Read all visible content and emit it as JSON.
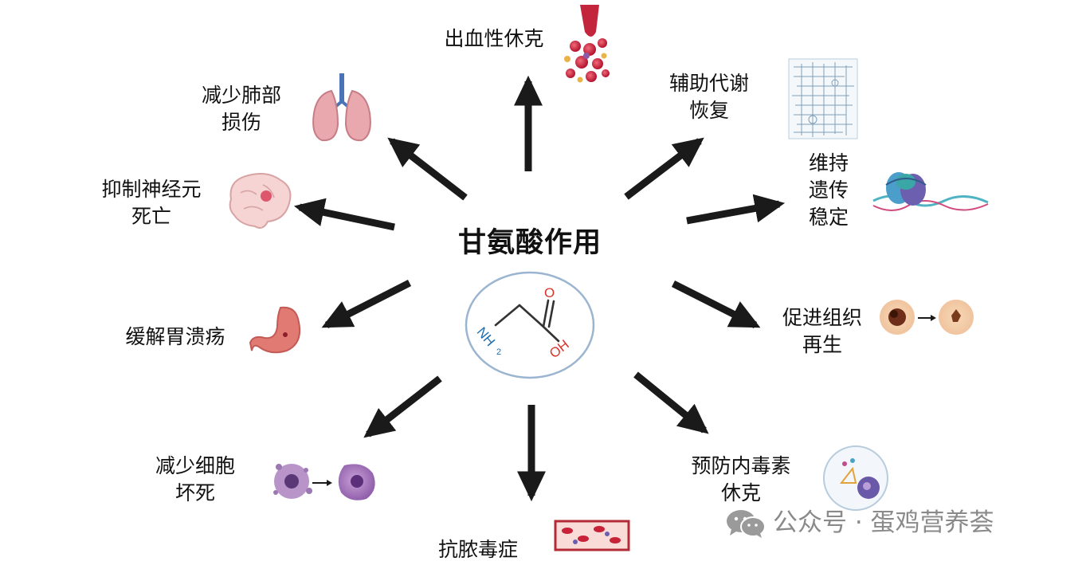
{
  "center": {
    "title": "甘氨酸作用",
    "molecule": {
      "amine_label": "NH",
      "amine_sub": "2",
      "oxygen_label": "O",
      "hydroxyl_label": "OH"
    }
  },
  "effects": [
    {
      "id": "hemorrhagic-shock",
      "lines": [
        "出血性休克"
      ],
      "icon": "blood-cells-icon"
    },
    {
      "id": "metabolic-recovery",
      "lines": [
        "辅助代谢",
        "恢复"
      ],
      "icon": "metabolic-map-icon"
    },
    {
      "id": "genetic-stability",
      "lines": [
        "维持",
        "遗传",
        "稳定"
      ],
      "icon": "dna-nucleosome-icon"
    },
    {
      "id": "tissue-regeneration",
      "lines": [
        "促进组织",
        "再生"
      ],
      "icon": "cell-regeneration-icon"
    },
    {
      "id": "endotoxic-shock",
      "lines": [
        "预防内毒素",
        "休克"
      ],
      "icon": "endotoxin-cell-icon"
    },
    {
      "id": "anti-sepsis",
      "lines": [
        "抗脓毒症"
      ],
      "icon": "blood-vessel-icon"
    },
    {
      "id": "reduce-necrosis",
      "lines": [
        "减少细胞",
        "坏死"
      ],
      "icon": "necrotic-cell-icon"
    },
    {
      "id": "gastric-ulcer",
      "lines": [
        "缓解胃溃疡"
      ],
      "icon": "stomach-icon"
    },
    {
      "id": "neuron-death",
      "lines": [
        "抑制神经元",
        "死亡"
      ],
      "icon": "brain-icon"
    },
    {
      "id": "lung-injury",
      "lines": [
        "减少肺部",
        "损伤"
      ],
      "icon": "lungs-icon"
    }
  ],
  "watermark": {
    "text": "公众号 · 蛋鸡营养荟",
    "icon": "wechat-icon"
  },
  "colors": {
    "arrow": "#1a1a1a",
    "bond": "#333333",
    "amine": "#1f6fb2",
    "oxygen": "#d9342b",
    "circle": "#9bb5d0"
  }
}
